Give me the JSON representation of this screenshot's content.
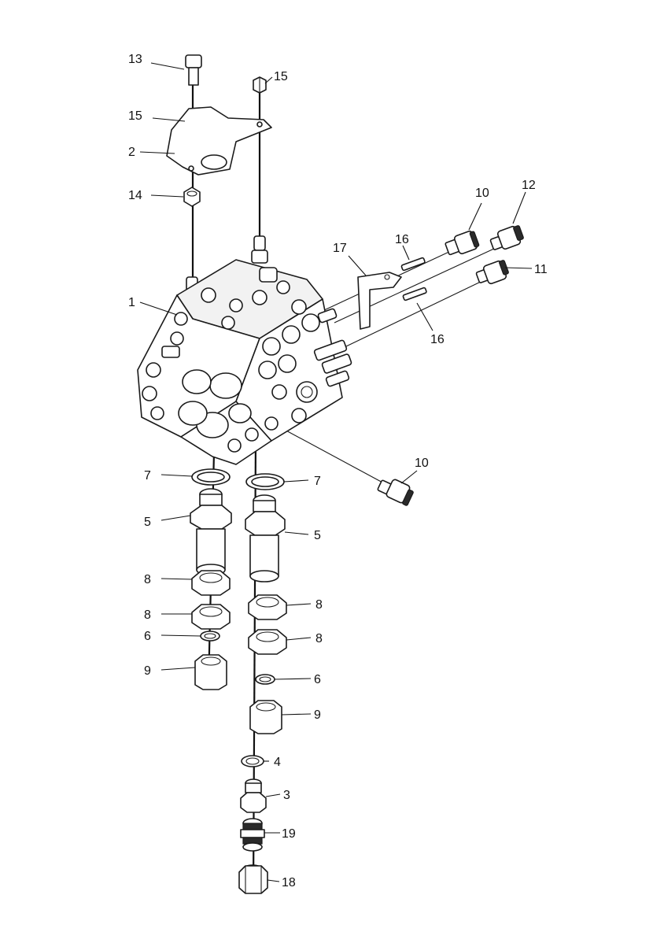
{
  "diagram": {
    "callouts": [
      {
        "id": "c13a",
        "text": "13"
      },
      {
        "id": "c15a",
        "text": "15"
      },
      {
        "id": "c15b",
        "text": "15"
      },
      {
        "id": "c2",
        "text": "2"
      },
      {
        "id": "c14",
        "text": "14"
      },
      {
        "id": "c10a",
        "text": "10"
      },
      {
        "id": "c12",
        "text": "12"
      },
      {
        "id": "c16a",
        "text": "16"
      },
      {
        "id": "c17",
        "text": "17"
      },
      {
        "id": "c11",
        "text": "11"
      },
      {
        "id": "c1",
        "text": "1"
      },
      {
        "id": "c16b",
        "text": "16"
      },
      {
        "id": "c10b",
        "text": "10"
      },
      {
        "id": "c7a",
        "text": "7"
      },
      {
        "id": "c7b",
        "text": "7"
      },
      {
        "id": "c5a",
        "text": "5"
      },
      {
        "id": "c5b",
        "text": "5"
      },
      {
        "id": "c8a",
        "text": "8"
      },
      {
        "id": "c8b",
        "text": "8"
      },
      {
        "id": "c8c",
        "text": "8"
      },
      {
        "id": "c8d",
        "text": "8"
      },
      {
        "id": "c6a",
        "text": "6"
      },
      {
        "id": "c6b",
        "text": "6"
      },
      {
        "id": "c9a",
        "text": "9"
      },
      {
        "id": "c9b",
        "text": "9"
      },
      {
        "id": "c4",
        "text": "4"
      },
      {
        "id": "c3",
        "text": "3"
      },
      {
        "id": "c19",
        "text": "19"
      },
      {
        "id": "c18",
        "text": "18"
      }
    ]
  }
}
